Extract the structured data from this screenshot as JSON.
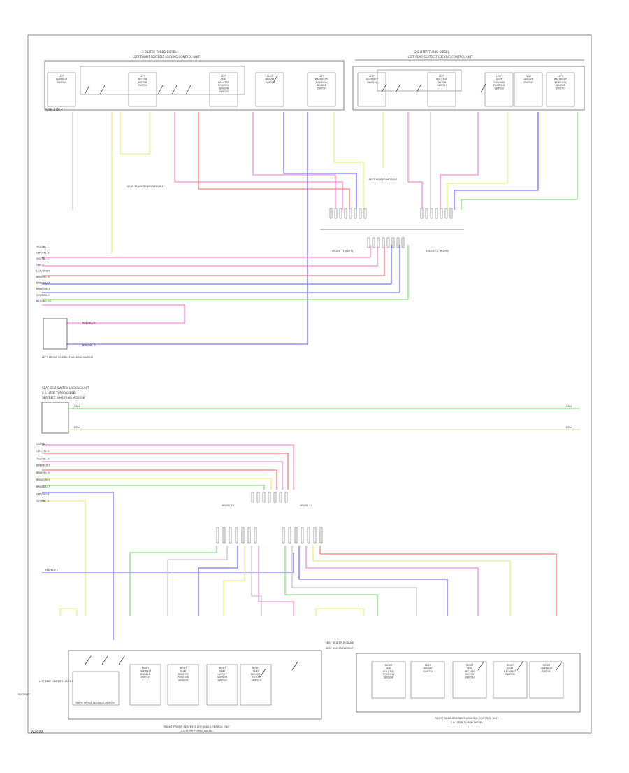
{
  "diagram": {
    "page_label": "W2022",
    "top_left_unit": {
      "header_1": "2.0 LITER TURBO DIESEL",
      "header_2": "LEFT FRONT SEATBELT LOCKING CONTROL UNIT",
      "pin_label": "PUSH 2 OR 4"
    },
    "top_right_unit": {
      "header_1": "2.0 LITER TURBO DIESEL",
      "header_2": "LEFT REAR SEATBELT LOCKING CONTROL UNIT"
    },
    "top_left_boxes": [
      "LEFT SEATBELT SWITCH",
      "LEFT RECLINE MOTOR SWITCH",
      "LEFT SEAT BOLSTER POSITION SENSOR SWITCH",
      "SEAT HEIGHT SWITCH",
      "LEFT BACKREST POSITION SENSOR SWITCH"
    ],
    "top_right_boxes": [
      "LEFT SEATBELT SWITCH",
      "LEFT BOLSTER MOTOR SWITCH",
      "LEFT SEAT CUSHION POSITION SWITCH",
      "SEAT HEIGHT SWITCH",
      "LEFT BACKREST POSITION SENSOR SWITCH"
    ],
    "connectors": {
      "sensor_left": "SEAT TRACK SENSOR FRONT",
      "sensor_mid": "SEAT HEATER MODULE",
      "splice_left": "SPLICE T1 (LEFT)",
      "splice_right": "SPLICE T2 (RIGHT)",
      "splice_mid_left": "SPLICE T3",
      "splice_mid_right": "SPLICE T4",
      "sensor_bottom": "SEAT HEATER MODULE"
    },
    "left_switch": {
      "label": "LEFT FRONT SEATBELT LOCKING SWITCH",
      "wire_1": "RED/BLU 1",
      "wire_2": "BRN/YEL 2"
    },
    "middle_section": {
      "title_1": "SEAT BELT SWITCH LOCKING UNIT",
      "title_2": "2.0 LITER TURBO DIESEL",
      "title_3": "SEATBELT & HEATING MODULE",
      "wire_a": "GRN",
      "wire_b": "BRN",
      "end_a": "GRN",
      "end_b": "BRN"
    },
    "bottom_left_unit": {
      "caption_1": "RIGHT FRONT SEATBELT LOCKING CONTROL UNIT",
      "caption_2": "2.0 LITER TURBO DIESEL",
      "inner": "RIGHT FRONT SEATBELT SWITCH",
      "side_label": "SEATBELT",
      "boxes": [
        "RIGHT SEATBELT BUCKLE SWITCH",
        "RIGHT SEAT BOLSTER POSITION SENSOR",
        "RIGHT SEAT HEIGHT SENSOR SWITCH",
        "RIGHT SEAT RECLINE MOTOR SWITCH"
      ],
      "left_box": "LEFT SEAT HEATER ELEMENT"
    },
    "bottom_right_unit": {
      "caption_1": "RIGHT REAR SEATBELT LOCKING CONTROL UNIT",
      "caption_2": "2.0 LITER TURBO DIESEL",
      "left_box": "SEAT HEATER ELEMENT",
      "boxes": [
        "RIGHT SEAT BOLSTER POSITION SENSOR",
        "SEAT HEIGHT SWITCH",
        "RIGHT SEAT RECLINE MOTOR SWITCH",
        "RIGHT SEAT BACKREST SWITCH",
        "RIGHT SEATBELT SWITCH"
      ]
    },
    "wires_top": [
      "YEL/TBL 1",
      "GRY/TBL 2",
      "VIO/TBL 3",
      "GRY 4",
      "LGN/RED 5",
      "BRN/YEL 6",
      "BRN/BLU 7",
      "BRN/GRN 8",
      "VIO/BRN 9",
      "RED/BLU 10"
    ],
    "wires_bottom": [
      "VIO/TBL 1",
      "GRY/TBL 2",
      "YEL/TBL 3",
      "BRN/RED 4",
      "BRN/YEL 5",
      "BRN/GRN 6",
      "BRN/BLU 7",
      "GRY/VIO 8",
      "YEL/TBL 9"
    ],
    "wire_bottom_single": "RED/BLU 1"
  }
}
